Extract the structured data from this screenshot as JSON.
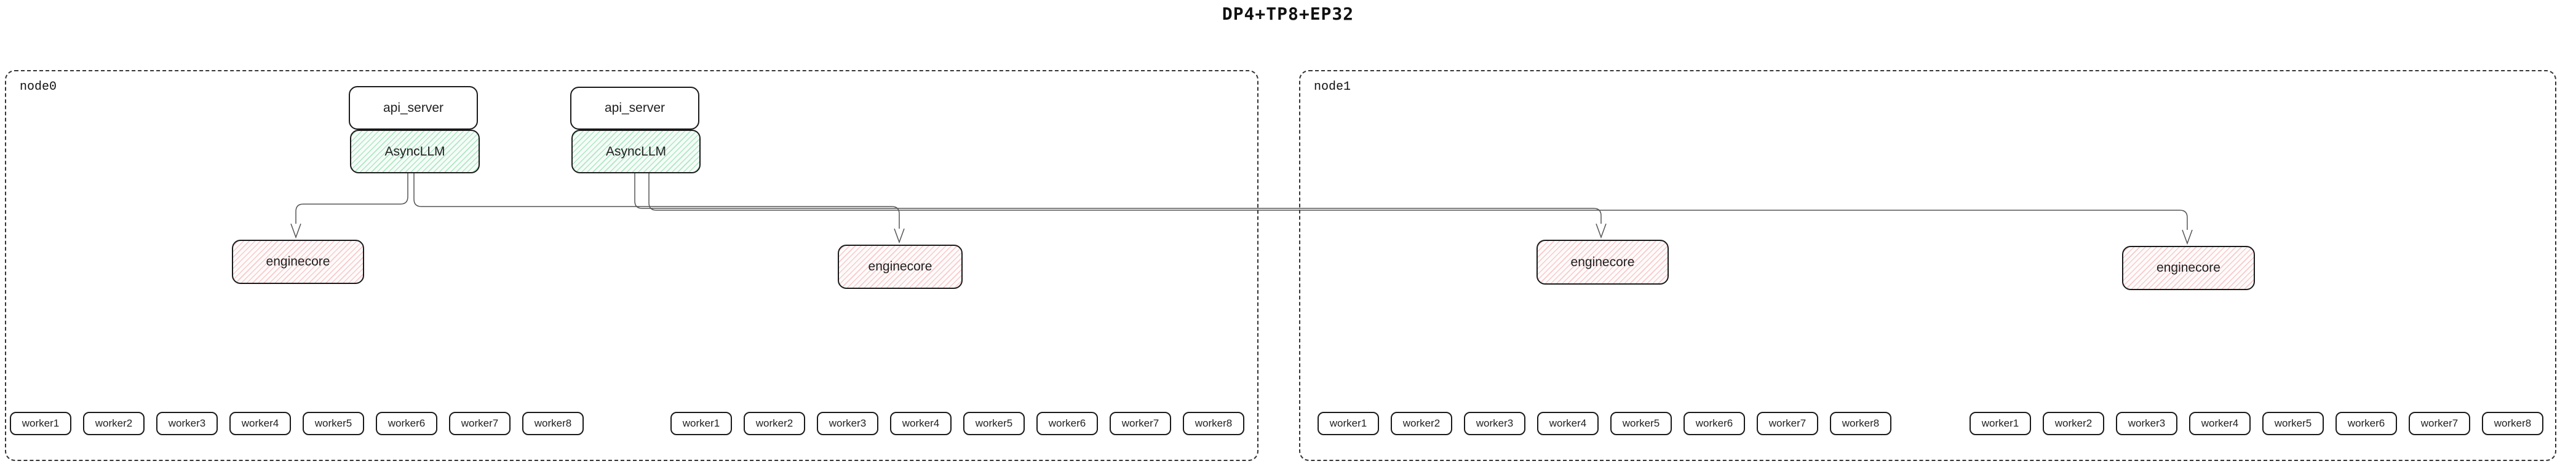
{
  "title": "DP4+TP8+EP32",
  "colors": {
    "box_border": "#1a1a1a",
    "node_border": "#333333",
    "edge_line": "#555555",
    "asyncllm_hatch": "#6ed696",
    "enginecore_hatch": "#f08c8c"
  },
  "edges": [
    {
      "from": "node0.async_llm.0",
      "to": "node0.enginecore.0"
    },
    {
      "from": "node0.async_llm.0",
      "to": "node0.enginecore.1"
    },
    {
      "from": "node0.async_llm.1",
      "to": "node1.enginecore.0"
    },
    {
      "from": "node0.async_llm.1",
      "to": "node1.enginecore.1"
    }
  ],
  "nodes": [
    {
      "label": "node0",
      "api_servers": [
        {
          "label": "api_server"
        },
        {
          "label": "api_server"
        }
      ],
      "async_llms": [
        {
          "label": "AsyncLLM"
        },
        {
          "label": "AsyncLLM"
        }
      ],
      "enginecores": [
        {
          "label": "enginecore"
        },
        {
          "label": "enginecore"
        }
      ],
      "worker_groups": [
        [
          "worker1",
          "worker2",
          "worker3",
          "worker4",
          "worker5",
          "worker6",
          "worker7",
          "worker8"
        ],
        [
          "worker1",
          "worker2",
          "worker3",
          "worker4",
          "worker5",
          "worker6",
          "worker7",
          "worker8"
        ]
      ]
    },
    {
      "label": "node1",
      "enginecores": [
        {
          "label": "enginecore"
        },
        {
          "label": "enginecore"
        }
      ],
      "worker_groups": [
        [
          "worker1",
          "worker2",
          "worker3",
          "worker4",
          "worker5",
          "worker6",
          "worker7",
          "worker8"
        ],
        [
          "worker1",
          "worker2",
          "worker3",
          "worker4",
          "worker5",
          "worker6",
          "worker7",
          "worker8"
        ]
      ]
    }
  ]
}
